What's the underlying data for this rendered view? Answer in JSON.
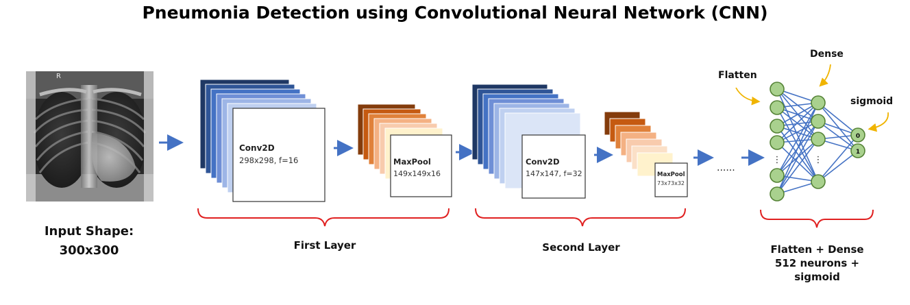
{
  "title": "Pneumonia Detection using Convolutional Neural Network (CNN)",
  "input": {
    "label_line1": "Input Shape:",
    "label_line2": "300x300",
    "xray_marker": "R"
  },
  "first_layer": {
    "conv_name": "Conv2D",
    "conv_detail": "298x298, f=16",
    "pool_name": "MaxPool",
    "pool_detail": "149x149x16",
    "group_label": "First Layer"
  },
  "second_layer": {
    "conv_name": "Conv2D",
    "conv_detail": "147x147, f=32",
    "pool_name": "MaxPool",
    "pool_detail": "73x73x32",
    "group_label": "Second Layer"
  },
  "ellipsis": "......",
  "dense_block": {
    "flatten_label": "Flatten",
    "dense_label": "Dense",
    "sigmoid_label": "sigmoid",
    "output_0": "0",
    "output_1": "1",
    "dots": "⋮",
    "caption_line1": "Flatten + Dense",
    "caption_line2": "512 neurons +",
    "caption_line3": "sigmoid"
  },
  "colors": {
    "arrow": "#4472c4",
    "bracket": "#e02020",
    "neuron_fill": "#a9d18e",
    "neuron_stroke": "#548235",
    "connection": "#4472c4",
    "callout_arrow": "#f0b400",
    "blue_stack": [
      "#1f3864",
      "#2f5597",
      "#4472c4",
      "#6f8fd6",
      "#9db5e6",
      "#bfd0f0",
      "#dbe5f7"
    ],
    "orange_stack": [
      "#843c0c",
      "#c55a11",
      "#e0813a",
      "#f4b183",
      "#f8cbad",
      "#fbe0c7",
      "#fff2cc"
    ]
  }
}
